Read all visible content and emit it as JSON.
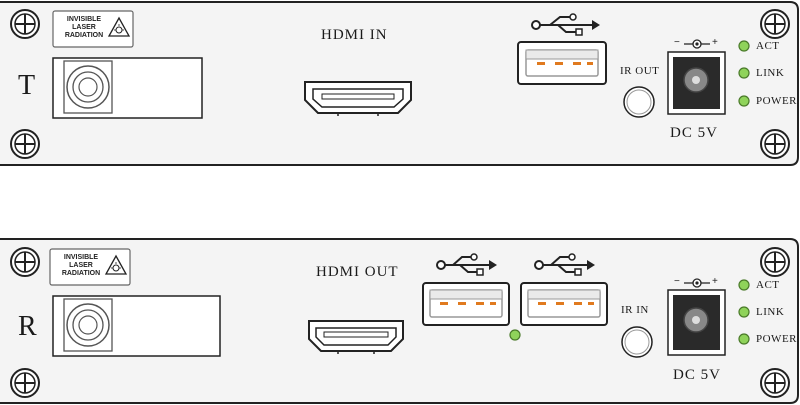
{
  "colors": {
    "panel_fill": "#f4f4f4",
    "outline": "#222222",
    "led_green": "#8fd35a",
    "usb_pin_orange": "#e07a1f",
    "dc_jack_dark": "#2a2a2a"
  },
  "transmitter": {
    "side_letter": "T",
    "laser_label": [
      "INVISIBLE",
      "LASER",
      "RADIATION"
    ],
    "hdmi_label": "HDMI IN",
    "ir_label": "IR OUT",
    "dc_label": "DC 5V",
    "dc_polarity_minus": "−",
    "dc_polarity_plus": "+",
    "leds": [
      "ACT",
      "LINK",
      "POWER"
    ],
    "usb_icon": "usb-icon",
    "fiber_icon": "fiber-port-icon",
    "laser_icon": "laser-warning-icon"
  },
  "receiver": {
    "side_letter": "R",
    "laser_label": [
      "INVISIBLE",
      "LASER",
      "RADIATION"
    ],
    "hdmi_label": "HDMI OUT",
    "ir_label": "IR IN",
    "dc_label": "DC 5V",
    "dc_polarity_minus": "−",
    "dc_polarity_plus": "+",
    "leds": [
      "ACT",
      "LINK",
      "POWER"
    ],
    "usb_icon": "usb-icon",
    "fiber_icon": "fiber-port-icon",
    "laser_icon": "laser-warning-icon"
  }
}
